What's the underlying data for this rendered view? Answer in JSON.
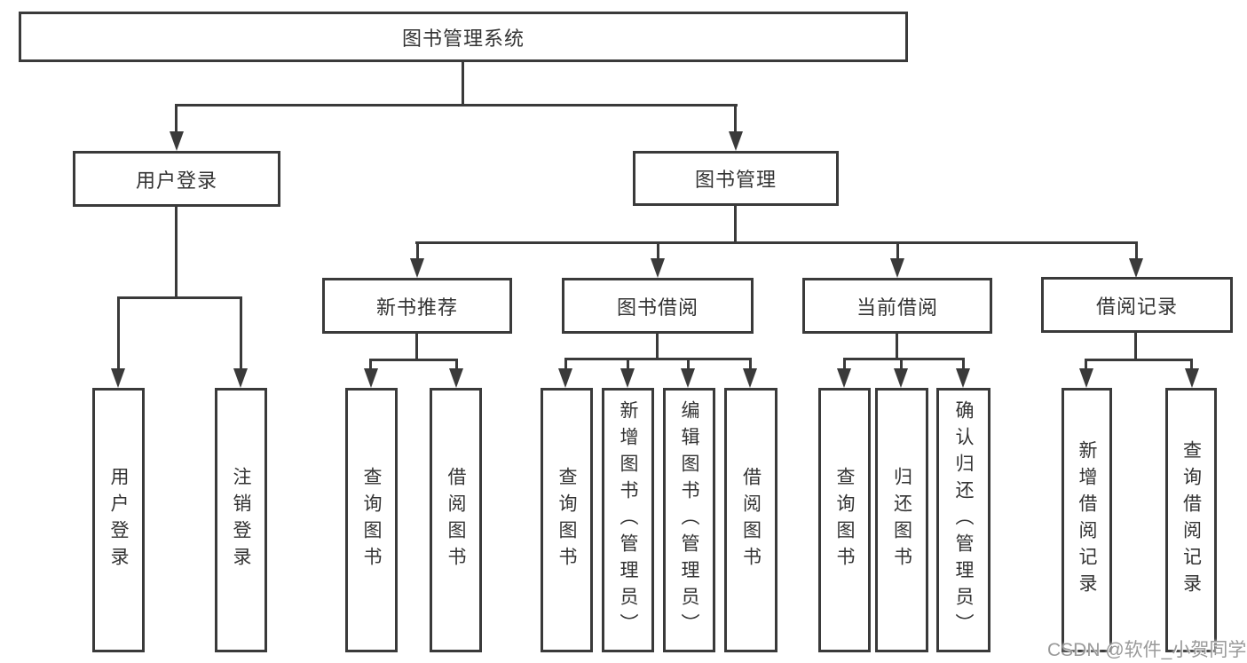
{
  "diagram": {
    "root": {
      "label": "图书管理系统"
    },
    "level2": {
      "user_login": {
        "label": "用户登录"
      },
      "book_mgmt": {
        "label": "图书管理"
      }
    },
    "level3": {
      "new_book_rec": {
        "label": "新书推荐"
      },
      "book_borrow": {
        "label": "图书借阅"
      },
      "current_borrow": {
        "label": "当前借阅"
      },
      "borrow_records": {
        "label": "借阅记录"
      }
    },
    "leaves": {
      "user_login_leaf": {
        "label": "用户登录"
      },
      "logout_leaf": {
        "label": "注销登录"
      },
      "rec_query": {
        "label": "查询图书"
      },
      "rec_borrow": {
        "label": "借阅图书"
      },
      "bb_query": {
        "label": "查询图书"
      },
      "bb_add": {
        "label": "新增图书（管理员）"
      },
      "bb_edit": {
        "label": "编辑图书（管理员）"
      },
      "bb_borrow": {
        "label": "借阅图书"
      },
      "cb_query": {
        "label": "查询图书"
      },
      "cb_return": {
        "label": "归还图书"
      },
      "cb_confirm": {
        "label": "确认归还（管理员）"
      },
      "br_add": {
        "label": "新增借阅记录"
      },
      "br_query": {
        "label": "查询借阅记录"
      }
    },
    "hierarchy": {
      "图书管理系统": {
        "用户登录": [
          "用户登录",
          "注销登录"
        ],
        "图书管理": {
          "新书推荐": [
            "查询图书",
            "借阅图书"
          ],
          "图书借阅": [
            "查询图书",
            "新增图书（管理员）",
            "编辑图书（管理员）",
            "借阅图书"
          ],
          "当前借阅": [
            "查询图书",
            "归还图书",
            "确认归还（管理员）"
          ],
          "借阅记录": [
            "新增借阅记录",
            "查询借阅记录"
          ]
        }
      }
    }
  },
  "watermark": {
    "text": "CSDN @软件_小贺同学"
  },
  "colors": {
    "line": "#3a3a3a",
    "text": "#333333",
    "background": "#ffffff",
    "watermark": "#9a9a9a"
  }
}
